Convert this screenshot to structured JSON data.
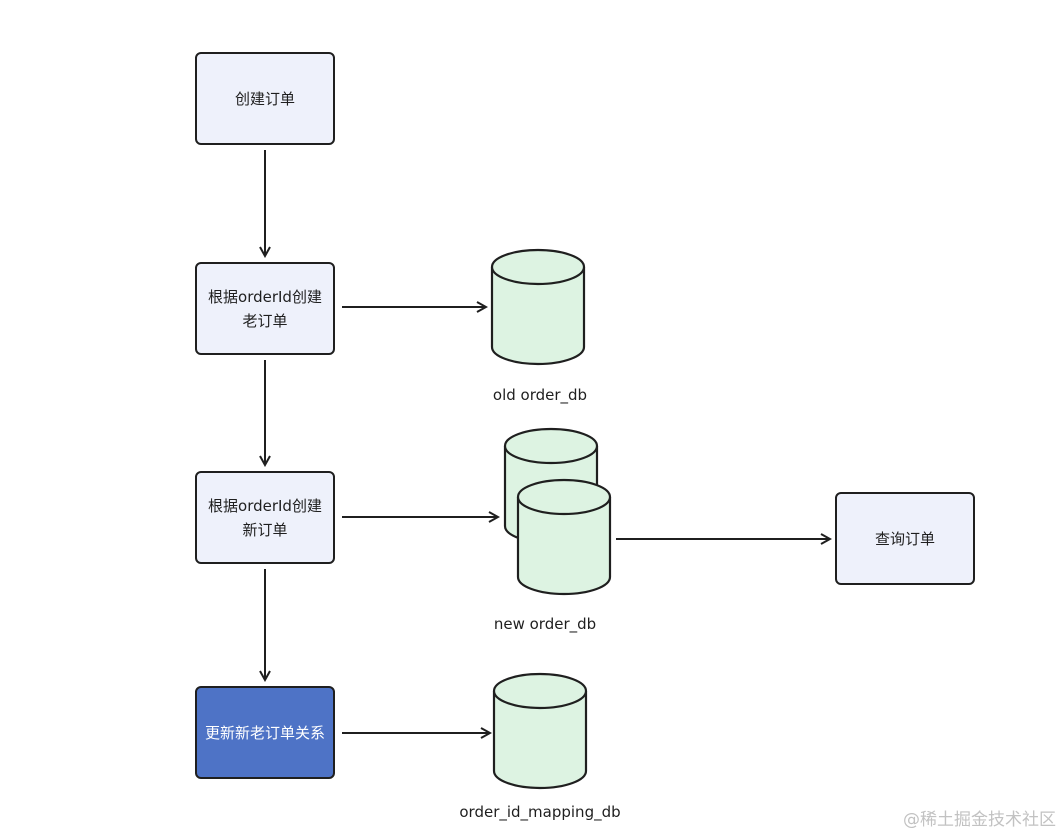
{
  "nodes": {
    "create_order": "创建订单",
    "create_old": "根据orderId创建老订单",
    "create_new": "根据orderId创建新订单",
    "update_mapping": "更新新老订单关系",
    "query_order": "查询订单"
  },
  "databases": {
    "old": "old order_db",
    "new": "new order_db",
    "mapping": "order_id_mapping_db"
  },
  "colors": {
    "box_fill": "#eef1fb",
    "box_highlight": "#4e73c6",
    "db_fill": "#ddf3e2",
    "stroke": "#1f1f1f"
  },
  "watermark": "@稀土掘金技术社区"
}
